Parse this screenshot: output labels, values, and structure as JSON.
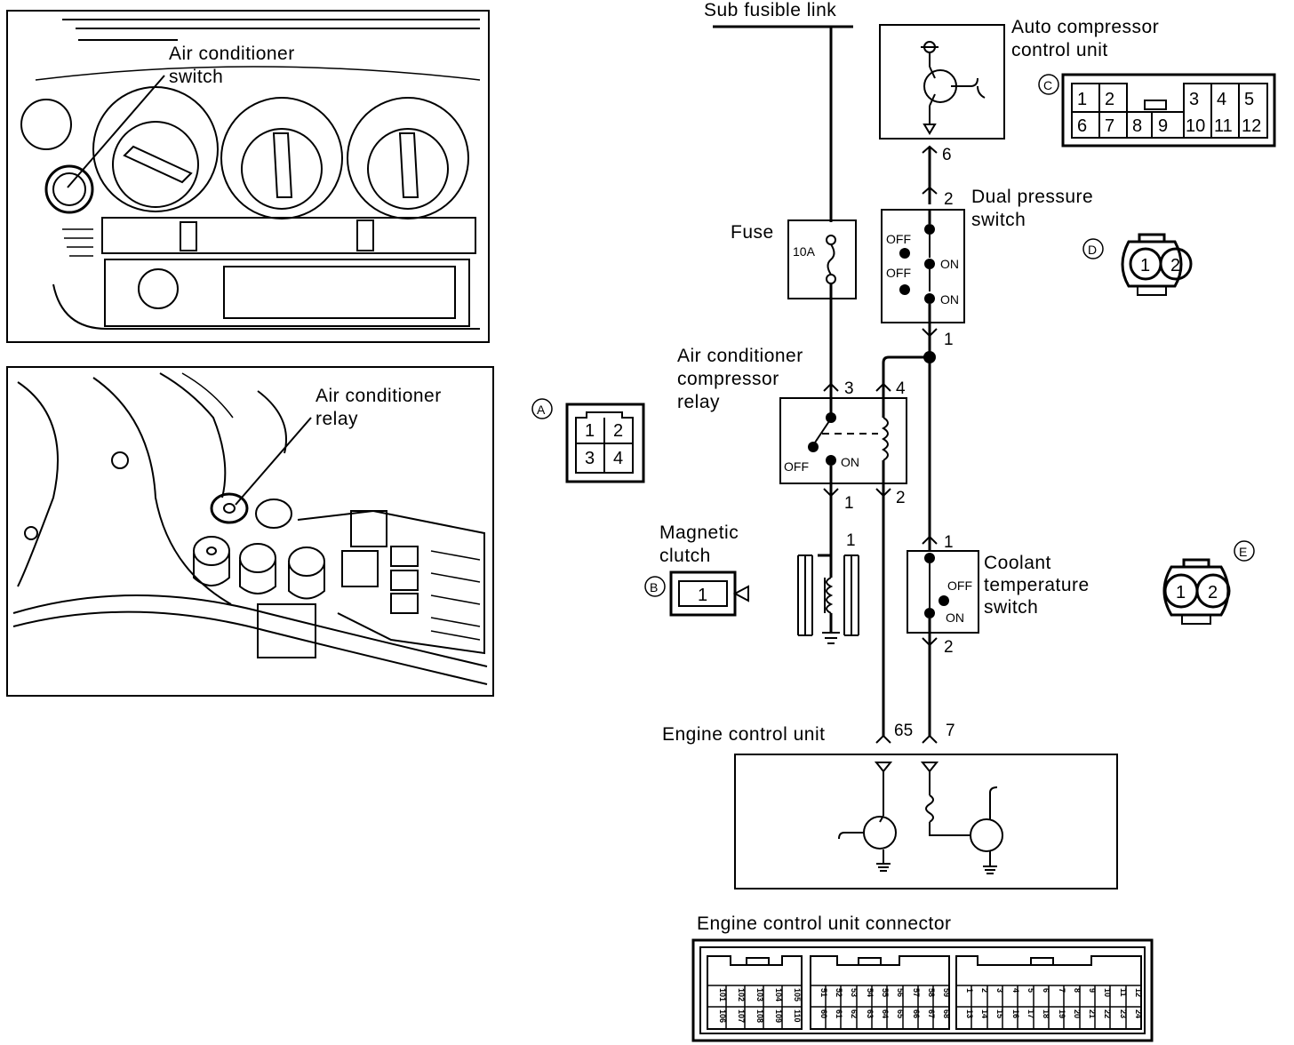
{
  "photos": {
    "switch_label_1": "Air conditioner",
    "switch_label_2": "switch",
    "relay_label_1": "Air conditioner",
    "relay_label_2": "relay"
  },
  "connectors": {
    "A": {
      "mark": "A",
      "pins": [
        "1",
        "2",
        "3",
        "4"
      ]
    },
    "B": {
      "mark": "B",
      "pins": [
        "1"
      ]
    },
    "C": {
      "mark": "C",
      "pins": [
        "1",
        "2",
        "3",
        "4",
        "5",
        "6",
        "7",
        "8",
        "9",
        "10",
        "11",
        "12"
      ]
    },
    "D": {
      "mark": "D",
      "pins": [
        "1",
        "2"
      ]
    },
    "E": {
      "mark": "E",
      "pins": [
        "1",
        "2"
      ]
    }
  },
  "schematic": {
    "sub_fusible_link": "Sub fusible link",
    "auto_compressor_1": "Auto compressor",
    "auto_compressor_2": "control unit",
    "fuse": "Fuse",
    "fuse_rating": "10A",
    "dual_pressure_1": "Dual pressure",
    "dual_pressure_2": "switch",
    "relay_1": "Air conditioner",
    "relay_2": "compressor",
    "relay_3": "relay",
    "magnetic_clutch_1": "Magnetic",
    "magnetic_clutch_2": "clutch",
    "coolant_1": "Coolant",
    "coolant_2": "temperature",
    "coolant_3": "switch",
    "engine_control_unit": "Engine control unit",
    "ecu_connector_title": "Engine control unit connector",
    "off": "OFF",
    "on": "ON",
    "pins": {
      "acu_6": "6",
      "dps_2": "2",
      "dps_1": "1",
      "relay_3": "3",
      "relay_4": "4",
      "relay_1": "1",
      "relay_2": "2",
      "clutch_1": "1",
      "cts_1": "1",
      "cts_2": "2",
      "ecu_65": "65",
      "ecu_7": "7"
    }
  },
  "ecu_connector": {
    "group1_top": [
      "101",
      "102",
      "103",
      "104",
      "105"
    ],
    "group1_bot": [
      "106",
      "107",
      "108",
      "109",
      "110"
    ],
    "group2_top": [
      "51",
      "52",
      "53",
      "54",
      "55",
      "56",
      "57",
      "58",
      "59"
    ],
    "group2_bot": [
      "60",
      "61",
      "62",
      "63",
      "64",
      "65",
      "66",
      "67",
      "68"
    ],
    "group3_top": [
      "1",
      "2",
      "3",
      "4",
      "5",
      "6",
      "7",
      "8",
      "9",
      "10",
      "11",
      "12"
    ],
    "group3_bot": [
      "13",
      "14",
      "15",
      "16",
      "17",
      "18",
      "19",
      "20",
      "21",
      "22",
      "23",
      "24"
    ]
  }
}
